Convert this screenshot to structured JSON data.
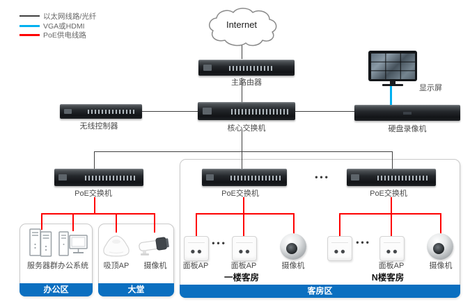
{
  "legend": {
    "items": [
      {
        "label": "以太网线路/光纤",
        "color": "#3f3f3f"
      },
      {
        "label": "VGA或HDMI",
        "color": "#00b0f0"
      },
      {
        "label": "PoE供电线路",
        "color": "#fe0000"
      }
    ]
  },
  "internet": {
    "label": "Internet"
  },
  "backbone": {
    "router": "主路由器",
    "wireless_controller": "无线控制器",
    "core_switch": "核心交换机",
    "nvr": "硬盘录像机",
    "display": "显示屏"
  },
  "poe_switches": {
    "office": "PoE交换机",
    "floor1": "PoE交换机",
    "floorN": "PoE交换机"
  },
  "ellipsis": "•••",
  "zones": {
    "office": {
      "banner": "办公区",
      "devices": [
        {
          "label": "服务器群"
        },
        {
          "label": "办公系统"
        }
      ]
    },
    "lobby": {
      "banner": "大堂",
      "devices": [
        {
          "label": "吸顶AP"
        },
        {
          "label": "摄像机"
        }
      ]
    },
    "guest": {
      "banner": "客房区",
      "floor1": {
        "name": "一楼客房",
        "devices": [
          {
            "label": "面板AP"
          },
          {
            "label": "面板AP"
          },
          {
            "label": "摄像机"
          }
        ]
      },
      "floorN": {
        "name": "N楼客房",
        "devices": [
          {
            "label": "面板AP"
          },
          {
            "label": "摄像机"
          }
        ]
      }
    }
  },
  "colors": {
    "zone_banner": "#0b6fc0",
    "ethernet": "#3f3f3f",
    "vga_hdmi": "#00b0f0",
    "poe": "#fe0000"
  }
}
